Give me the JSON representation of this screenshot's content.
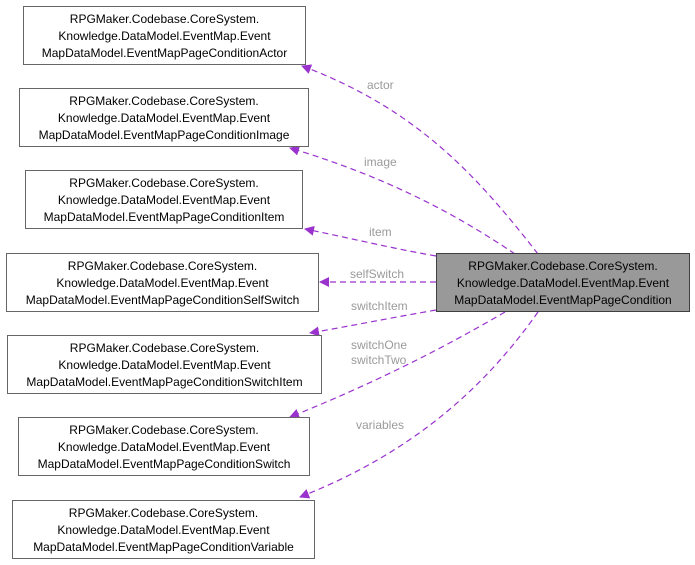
{
  "main_class": {
    "lines": [
      "RPGMaker.Codebase.CoreSystem.",
      "Knowledge.DataModel.EventMap.Event",
      "MapDataModel.EventMapPageCondition"
    ]
  },
  "classes": [
    {
      "id": "actor",
      "lines": [
        "RPGMaker.Codebase.CoreSystem.",
        "Knowledge.DataModel.EventMap.Event",
        "MapDataModel.EventMapPageConditionActor"
      ]
    },
    {
      "id": "image",
      "lines": [
        "RPGMaker.Codebase.CoreSystem.",
        "Knowledge.DataModel.EventMap.Event",
        "MapDataModel.EventMapPageConditionImage"
      ]
    },
    {
      "id": "item",
      "lines": [
        "RPGMaker.Codebase.CoreSystem.",
        "Knowledge.DataModel.EventMap.Event",
        "MapDataModel.EventMapPageConditionItem"
      ]
    },
    {
      "id": "selfswitch",
      "lines": [
        "RPGMaker.Codebase.CoreSystem.",
        "Knowledge.DataModel.EventMap.Event",
        "MapDataModel.EventMapPageConditionSelfSwitch"
      ]
    },
    {
      "id": "switchitem",
      "lines": [
        "RPGMaker.Codebase.CoreSystem.",
        "Knowledge.DataModel.EventMap.Event",
        "MapDataModel.EventMapPageConditionSwitchItem"
      ]
    },
    {
      "id": "switch",
      "lines": [
        "RPGMaker.Codebase.CoreSystem.",
        "Knowledge.DataModel.EventMap.Event",
        "MapDataModel.EventMapPageConditionSwitch"
      ]
    },
    {
      "id": "variable",
      "lines": [
        "RPGMaker.Codebase.CoreSystem.",
        "Knowledge.DataModel.EventMap.Event",
        "MapDataModel.EventMapPageConditionVariable"
      ]
    }
  ],
  "edge_labels": {
    "actor": "actor",
    "image": "image",
    "item": "item",
    "selfswitch": "selfSwitch",
    "switchitem": "switchItem",
    "switch_one": "switchOne",
    "switch_two": "switchTwo",
    "variables": "variables"
  },
  "colors": {
    "edge": "#9a32cd",
    "edge_label": "#9a9a9a",
    "main_fill": "#999999",
    "node_border": "#666666"
  }
}
